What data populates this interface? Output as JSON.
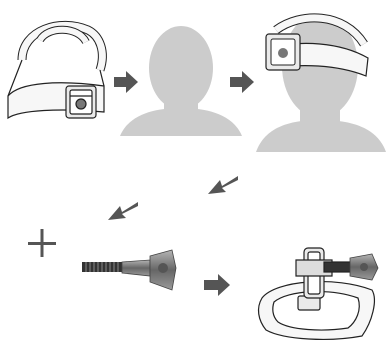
{
  "diagram": {
    "steps": [
      {
        "id": "headstrap",
        "icon": "headstrap-mount-icon"
      },
      {
        "id": "head-silhouette",
        "icon": "head-silhouette-icon"
      },
      {
        "id": "head-wearing-strap",
        "icon": "head-with-strap-icon"
      },
      {
        "id": "thumbscrew",
        "icon": "thumbscrew-icon"
      },
      {
        "id": "base-with-arm",
        "icon": "base-mount-with-arm-icon"
      }
    ],
    "connectors": [
      "arrow-right",
      "arrow-right",
      "arrow-down-left",
      "arrow-down-left",
      "plus",
      "arrow-right"
    ],
    "colors": {
      "silhouette": "#cccccc",
      "arrow": "#555555",
      "line": "#222222",
      "strap_fill": "#f7f7f7",
      "metal": "#777777"
    }
  }
}
